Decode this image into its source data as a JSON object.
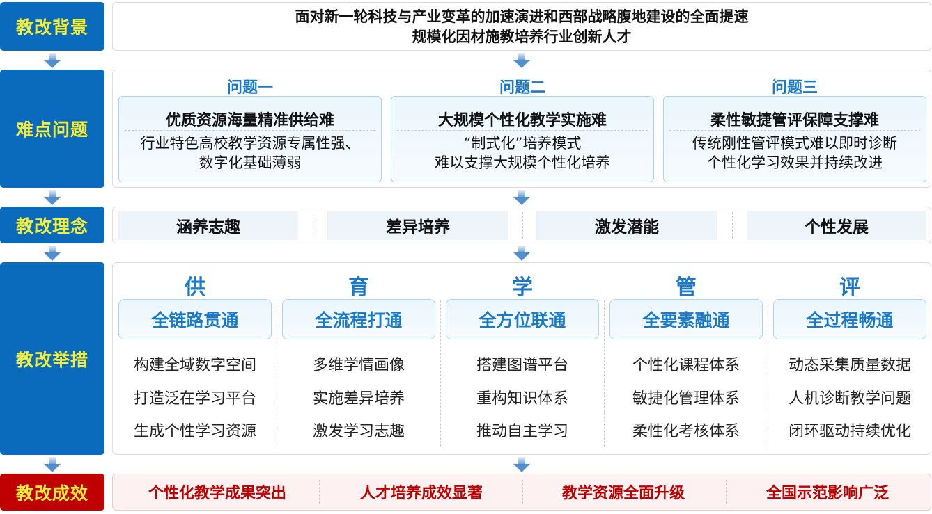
{
  "labels": [
    "教改背景",
    "难点问题",
    "教改理念",
    "教改举措",
    "教改成效"
  ],
  "background": {
    "line1": "面对新一轮科技与产业变革的加速演进和西部战略腹地建设的全面提速",
    "line2": "规模化因材施教培养行业创新人才"
  },
  "problems": [
    {
      "header": "问题一",
      "title": "优质资源海量精准供给难",
      "line1": "行业特色高校教学资源专属性强、",
      "line2": "数字化基础薄弱"
    },
    {
      "header": "问题二",
      "title": "大规模个性化教学实施难",
      "line1": "“制式化”培养模式",
      "line2": "难以支撑大规模个性化培养"
    },
    {
      "header": "问题三",
      "title": "柔性敏捷管评保障支撑难",
      "line1": "传统刚性管评模式难以即时诊断",
      "line2": "个性化学习效果并持续改进"
    }
  ],
  "concepts": [
    "涵养志趣",
    "差异培养",
    "激发潜能",
    "个性发展"
  ],
  "measures": [
    {
      "char": "供",
      "title": "全链路贯通",
      "items": [
        "构建全域数字空间",
        "打造泛在学习平台",
        "生成个性学习资源"
      ]
    },
    {
      "char": "育",
      "title": "全流程打通",
      "items": [
        "多维学情画像",
        "实施差异培养",
        "激发学习志趣"
      ]
    },
    {
      "char": "学",
      "title": "全方位联通",
      "items": [
        "搭建图谱平台",
        "重构知识体系",
        "推动自主学习"
      ]
    },
    {
      "char": "管",
      "title": "全要素融通",
      "items": [
        "个性化课程体系",
        "敏捷化管理体系",
        "柔性化考核体系"
      ]
    },
    {
      "char": "评",
      "title": "全过程畅通",
      "items": [
        "动态采集质量数据",
        "人机诊断教学问题",
        "闭环驱动持续优化"
      ]
    }
  ],
  "results": [
    "个性化教学成果突出",
    "人才培养成效显著",
    "教学资源全面升级",
    "全国示范影响广泛"
  ],
  "colors": {
    "label_blue": "#0a6bbd",
    "label_red": "#c00000",
    "label_text": "#f3ee3a",
    "accent_blue": "#1a7ac8"
  }
}
